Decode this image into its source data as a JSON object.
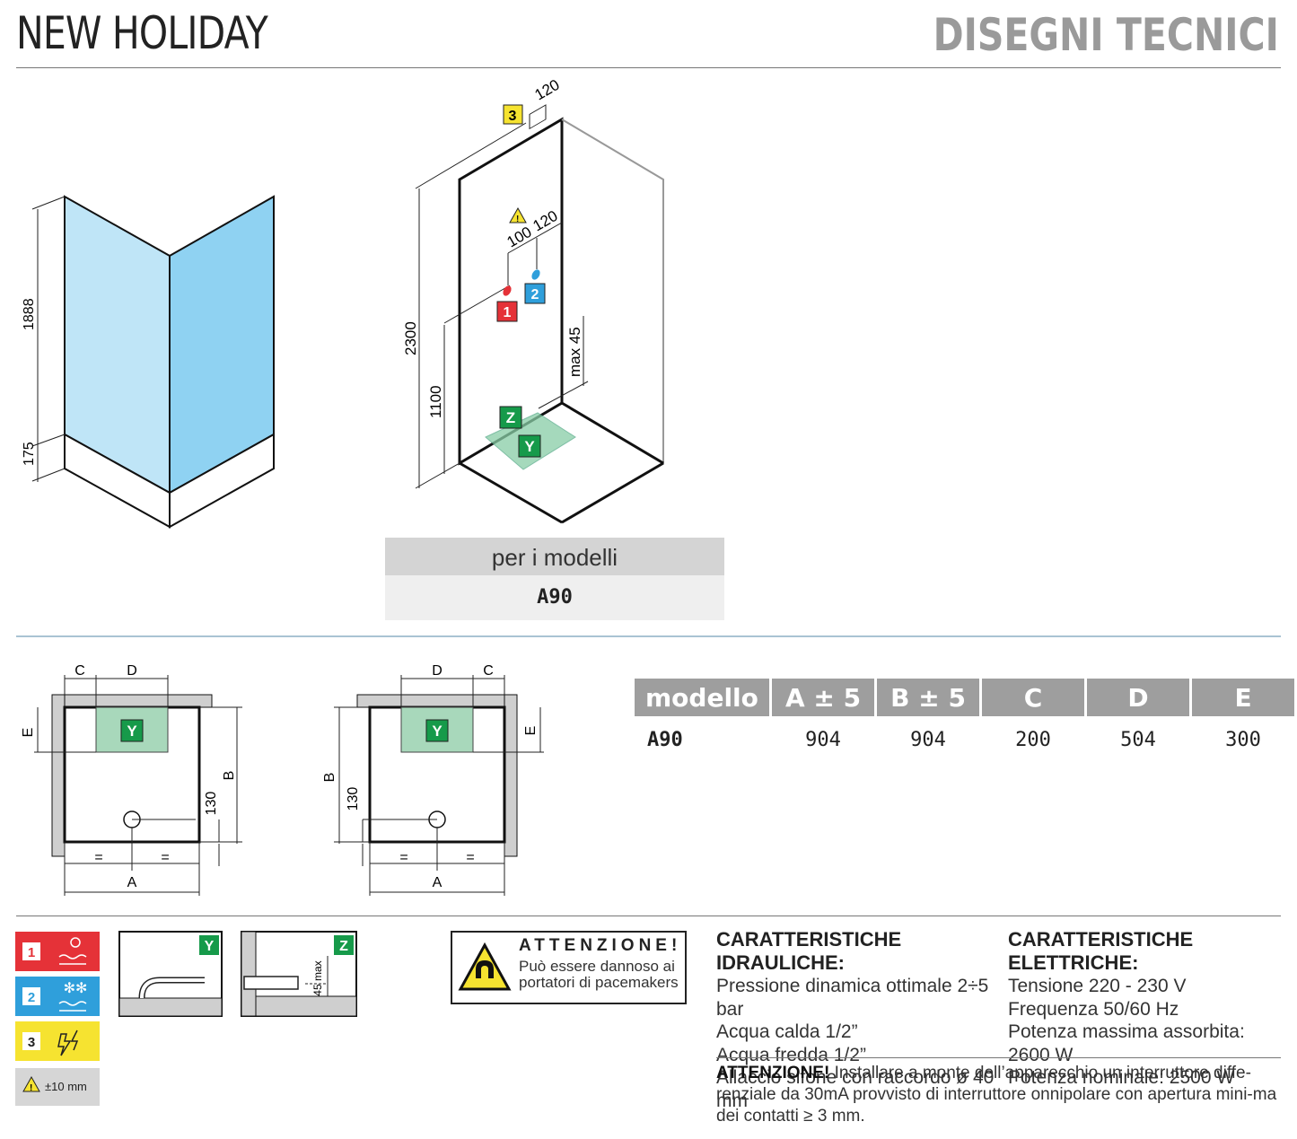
{
  "header": {
    "title": "NEW HOLIDAY",
    "section": "DISEGNI TECNICI"
  },
  "iso_drawing": {
    "dims": {
      "total_height": "2300",
      "valve_height": "1100",
      "top_120": "120",
      "dist_100": "100",
      "dist_120": "120",
      "max_45": "max 45",
      "panel_1888": "1888",
      "base_175": "175"
    },
    "markers": {
      "m1": "1",
      "m2": "2",
      "m3": "3",
      "y": "Y",
      "z": "Z"
    }
  },
  "models_box": {
    "label": "per i modelli",
    "model": "A90"
  },
  "plan_drawings": {
    "labels": {
      "a": "A",
      "b": "B",
      "c": "C",
      "d": "D",
      "e": "E",
      "eq": "=",
      "d130": "130",
      "y": "Y"
    }
  },
  "spec_table": {
    "headers": [
      "modello",
      "A ± 5",
      "B ± 5",
      "C",
      "D",
      "E"
    ],
    "rows": [
      [
        "A90",
        "904",
        "904",
        "200",
        "504",
        "300"
      ]
    ]
  },
  "legend": {
    "badge1": "1",
    "badge2": "2",
    "badge3": "3",
    "tolerance": "±10 mm",
    "y": "Y",
    "z": "Z",
    "max45": "45 max",
    "colors": {
      "hot": "#e53238",
      "cold": "#2f9fdb",
      "power": "#f6e330",
      "tolerance": "#d6d6d6",
      "drain": "#169a4a"
    }
  },
  "attention_box": {
    "title": "ATTENZIONE!",
    "line1": "Può essere dannoso ai",
    "line2": "portatori di pacemakers"
  },
  "hydraulic": {
    "title": "CARATTERISTICHE IDRAULICHE:",
    "lines": [
      "Pressione dinamica ottimale 2÷5 bar",
      "Acqua calda 1/2”",
      "Acqua fredda 1/2”",
      "Allaccio sifone con raccordo ø 40 mm"
    ]
  },
  "electrical": {
    "title": "CARATTERISTICHE ELETTRICHE:",
    "lines": [
      "Tensione 220 - 230 V",
      "Frequenza 50/60 Hz",
      "Potenza massima assorbita: 2600 W",
      "Potenza nominale: 2500 W"
    ]
  },
  "warning_note": {
    "label": "ATTENZIONE!",
    "text": "Installare a monte dell’apparecchio un interruttore diffe-renziale da 30mA provvisto di interruttore onnipolare con apertura mini-ma dei contatti ≥ 3 mm."
  }
}
